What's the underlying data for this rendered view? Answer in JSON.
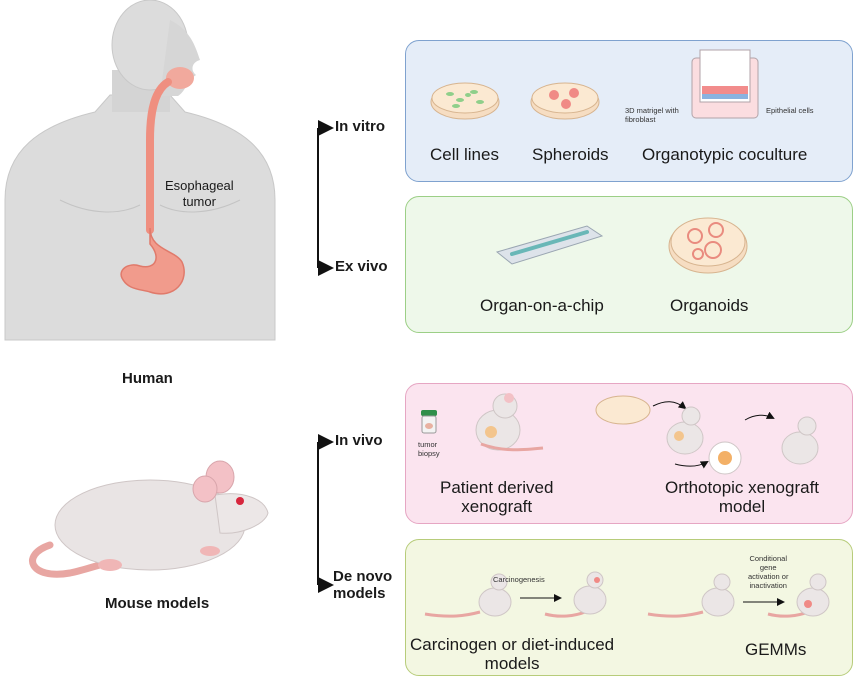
{
  "human": {
    "label": "Human",
    "organ_label": "Esophageal\ntumor"
  },
  "mouse": {
    "label": "Mouse models"
  },
  "branches": {
    "in_vitro": "In vitro",
    "ex_vivo": "Ex vivo",
    "in_vivo": "In vivo",
    "de_novo": "De novo\nmodels"
  },
  "in_vitro_panel": {
    "items": [
      "Cell lines",
      "Spheroids",
      "Organotypic coculture"
    ],
    "notes": {
      "matrigel": "3D matrigel with\nfibroblast",
      "epithelial": "Epithelial cells"
    }
  },
  "ex_vivo_panel": {
    "items": [
      "Organ-on-a-chip",
      "Organoids"
    ]
  },
  "in_vivo_panel": {
    "items": [
      "Patient derived\nxenograft",
      "Orthotopic xenograft\nmodel"
    ],
    "notes": {
      "biopsy": "tumor\nbiopsy"
    }
  },
  "de_novo_panel": {
    "items": [
      "Carcinogen or diet-induced\nmodels",
      "GEMMs"
    ],
    "notes": {
      "carcinogenesis": "Carcinogenesis",
      "conditional": "Conditional\ngene\nactivation or\ninactivation"
    }
  },
  "colors": {
    "in_vitro_bg": "#e5edf8",
    "in_vitro_border": "#7fa2cf",
    "ex_vivo_bg": "#eef8ea",
    "ex_vivo_border": "#9ccf86",
    "in_vivo_bg": "#fbe4ef",
    "in_vivo_border": "#e6a6c3",
    "de_novo_bg": "#f3f7e2",
    "de_novo_border": "#b7cc7a",
    "skin": "#dedede",
    "tumor": "#ee8a7a",
    "mouse_tail": "#e8a6a2"
  },
  "icons": [
    "human-body-icon",
    "mouse-icon",
    "petri-dish-icon",
    "spheroid-icon",
    "transwell-icon",
    "chip-icon",
    "organoid-icon",
    "biopsy-tube-icon",
    "arrow-icon"
  ]
}
